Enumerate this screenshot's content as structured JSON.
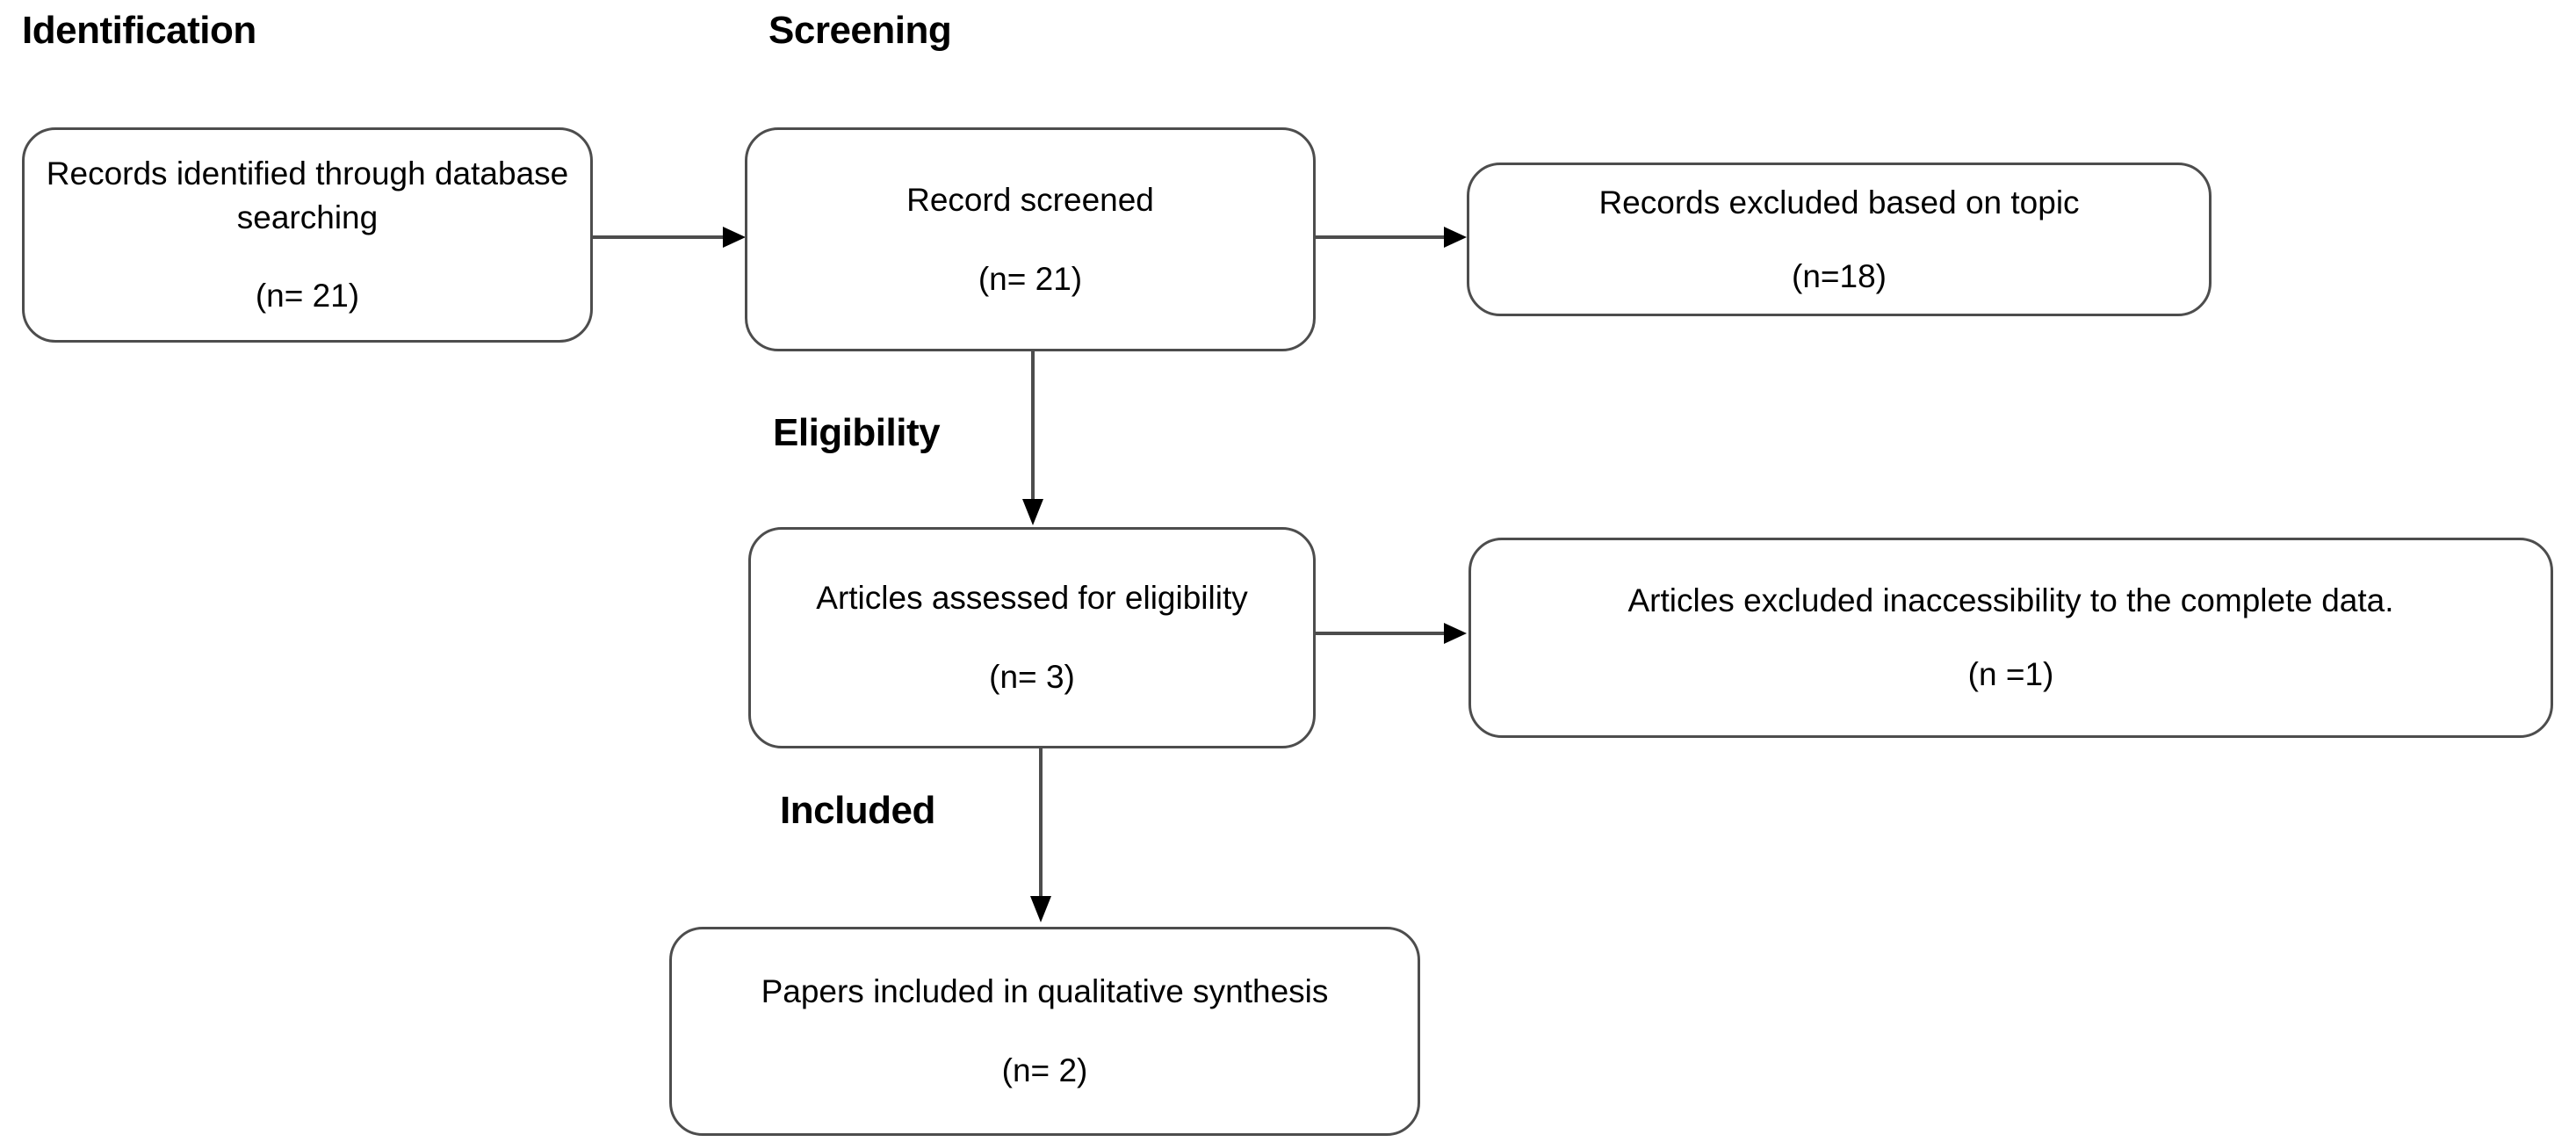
{
  "diagram": {
    "type": "prisma-flow-diagram",
    "line_color": "#4d4d4d",
    "text_color": "#000000",
    "background": "#ffffff",
    "stages": [
      {
        "id": "identification",
        "label": "Identification"
      },
      {
        "id": "screening",
        "label": "Screening"
      },
      {
        "id": "eligibility",
        "label": "Eligibility"
      },
      {
        "id": "included",
        "label": "Included"
      }
    ],
    "nodes": [
      {
        "id": "records-identified",
        "title": "Records identified through database searching",
        "count": "(n= 21)"
      },
      {
        "id": "records-screened",
        "title": "Record screened",
        "count": "(n= 21)"
      },
      {
        "id": "records-excluded-topic",
        "title": "Records excluded based on topic",
        "count": "(n=18)"
      },
      {
        "id": "articles-assessed",
        "title": "Articles assessed for eligibility",
        "count": "(n= 3)"
      },
      {
        "id": "articles-excluded-access",
        "title": "Articles excluded inaccessibility to the complete data.",
        "count": "(n =1)"
      },
      {
        "id": "papers-included",
        "title": "Papers included in qualitative synthesis",
        "count": "(n= 2)"
      }
    ],
    "connectors": [
      {
        "id": "identified-to-screened",
        "direction": "right"
      },
      {
        "id": "screened-to-excluded-topic",
        "direction": "right"
      },
      {
        "id": "screened-to-assessed",
        "direction": "down"
      },
      {
        "id": "assessed-to-excluded-access",
        "direction": "right"
      },
      {
        "id": "assessed-to-included",
        "direction": "down"
      }
    ]
  }
}
